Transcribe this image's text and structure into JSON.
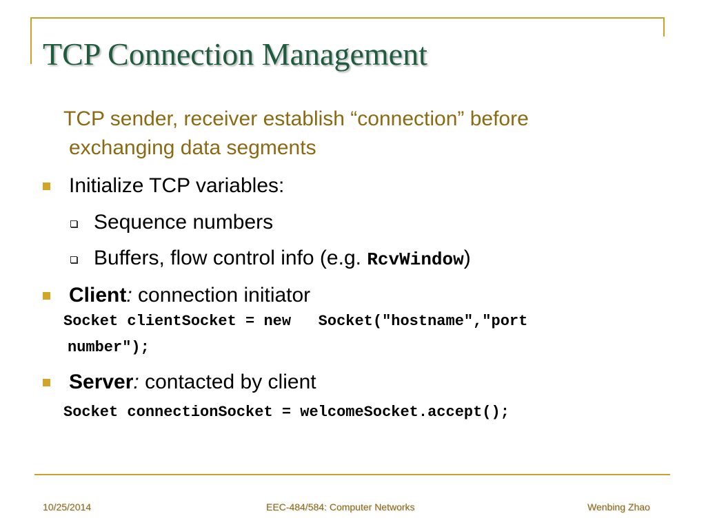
{
  "title": "TCP Connection Management",
  "intro": {
    "line1": "TCP sender, receiver establish “connection” before",
    "line2": "exchanging data segments"
  },
  "bullets": {
    "init": "Initialize TCP variables:",
    "seq": "Sequence numbers",
    "buffers_prefix": "Buffers, flow control info (e.g. ",
    "buffers_code": "RcvWindow",
    "buffers_suffix": ")",
    "client_label": "Client",
    "client_colon": ":",
    "client_text": " connection initiator",
    "client_code_line1": "Socket clientSocket = new   Socket(\"hostname\",\"port",
    "client_code_line2": "number\");",
    "server_label": "Server",
    "server_colon": ":",
    "server_text": " contacted by client",
    "server_code": "Socket connectionSocket = welcomeSocket.accept();"
  },
  "footer": {
    "date": "10/25/2014",
    "course": "EEC-484/584: Computer Networks",
    "author": "Wenbing Zhao"
  },
  "colors": {
    "title": "#1f5c3e",
    "accent": "#c9a227",
    "intro_text": "#8a6a12",
    "bullet": "#d3a526"
  }
}
